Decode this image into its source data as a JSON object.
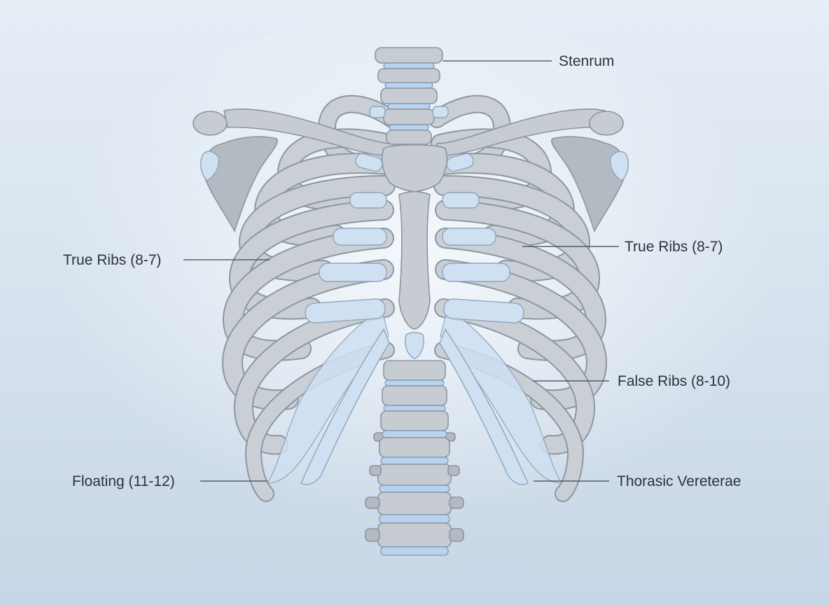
{
  "background": {
    "top": "#e6eef6",
    "bottom": "#c7d6e6",
    "glow": "#f4f8fc"
  },
  "colors": {
    "bone": "#c6ccd2",
    "bone_outline": "#8b959f",
    "cartilage": "#cfe0f2",
    "disc": "#b9d3ef",
    "label_text": "#2b333b"
  },
  "labels": {
    "sternum": "Stenrum",
    "true_ribs_left": "True Ribs (8-7)",
    "true_ribs_right": "True Ribs (8-7)",
    "false_ribs": "False Ribs (8-10)",
    "floating": "Floating (11-12)",
    "thoracic_vertebrae": "Thorasic Vereterae"
  }
}
